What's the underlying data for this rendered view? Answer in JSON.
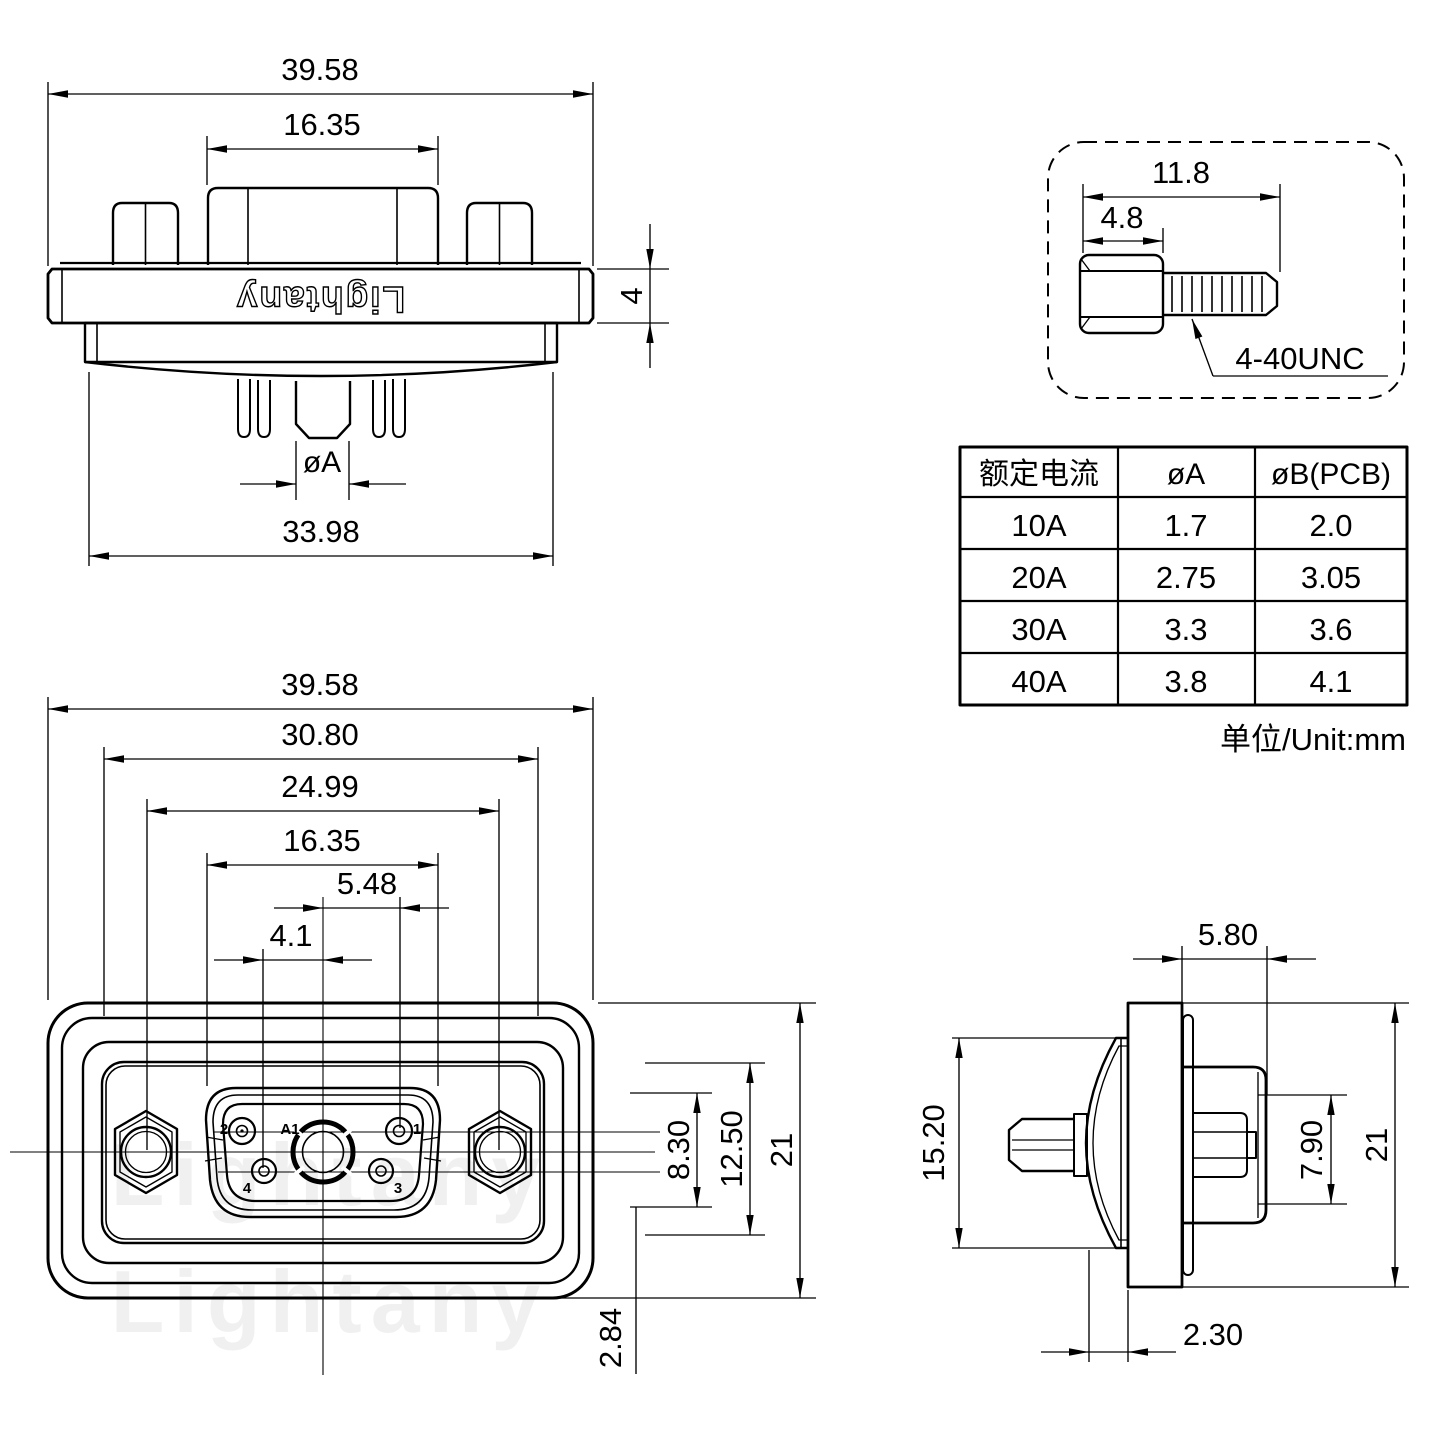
{
  "colors": {
    "ink": "#000000",
    "background": "#ffffff"
  },
  "drawing": {
    "watermark": "Lightany",
    "unit_note": "单位/Unit:mm",
    "top_view": {
      "logo": "Lightany",
      "dims": {
        "overall_width": "39.58",
        "shell_width": "16.35",
        "flange_thickness": "4",
        "center_pin_dia": "øA",
        "body_width": "33.98"
      }
    },
    "screw_detail": {
      "dims": {
        "total_length": "11.8",
        "head_length": "4.8"
      },
      "thread_label": "4-40UNC"
    },
    "spec_table": {
      "col_headers": [
        "额定电流",
        "øA",
        "øB(PCB)"
      ],
      "rows": [
        [
          "10A",
          "1.7",
          "2.0"
        ],
        [
          "20A",
          "2.75",
          "3.05"
        ],
        [
          "30A",
          "3.3",
          "3.6"
        ],
        [
          "40A",
          "3.8",
          "4.1"
        ]
      ]
    },
    "front_view": {
      "dims": {
        "overall_width": "39.58",
        "body_width": "30.80",
        "mount_spacing": "24.99",
        "shell_width": "16.35",
        "pin1_offset": "5.48",
        "pin4_offset": "4.1",
        "pin_row_span": "8.30",
        "opening_height": "12.50",
        "overall_height": "21",
        "bottom_offset": "2.84"
      },
      "pin_labels": {
        "p2": "2",
        "a1": "A1",
        "p1": "1",
        "p4": "4",
        "p3": "3"
      }
    },
    "side_view": {
      "dims": {
        "shell_depth": "5.80",
        "dish_height": "15.20",
        "insulator_height": "7.90",
        "overall_height": "21",
        "dish_offset": "2.30"
      }
    }
  }
}
